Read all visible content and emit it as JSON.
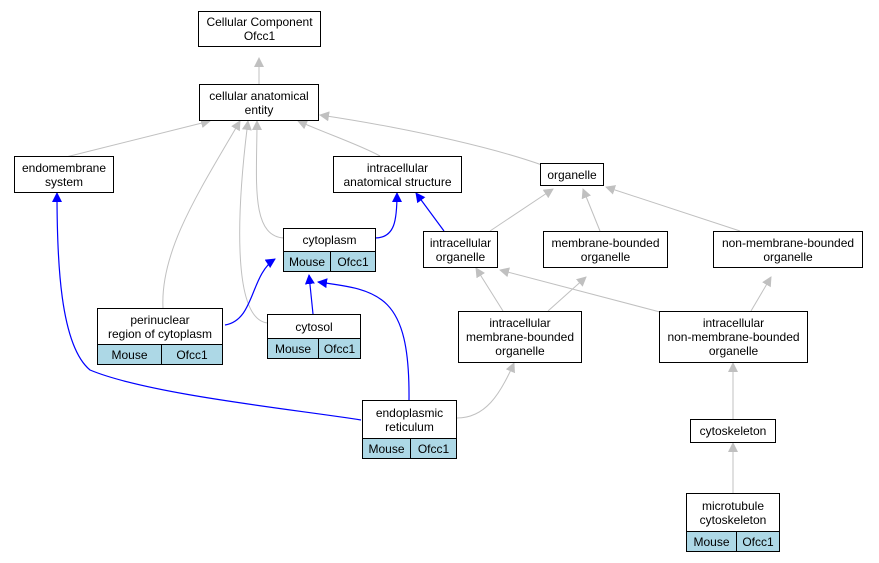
{
  "nodes": {
    "root": {
      "label": "Cellular Component\nOfcc1"
    },
    "cae": {
      "label": "cellular anatomical\nentity"
    },
    "endo": {
      "label": "endomembrane\nsystem"
    },
    "ias": {
      "label": "intracellular\nanatomical structure"
    },
    "organelle": {
      "label": "organelle"
    },
    "cytoplasm": {
      "label": "cytoplasm",
      "species": "Mouse",
      "gene": "Ofcc1"
    },
    "io": {
      "label": "intracellular\norganelle"
    },
    "mbo": {
      "label": "membrane-bounded\norganelle"
    },
    "nmbo": {
      "label": "non-membrane-bounded\norganelle"
    },
    "peri": {
      "label": "perinuclear\nregion of cytoplasm",
      "species": "Mouse",
      "gene": "Ofcc1"
    },
    "cytosol": {
      "label": "cytosol",
      "species": "Mouse",
      "gene": "Ofcc1"
    },
    "imbo": {
      "label": "intracellular\nmembrane-bounded\norganelle"
    },
    "inmbo": {
      "label": "intracellular\nnon-membrane-bounded\norganelle"
    },
    "er": {
      "label": "endoplasmic\nreticulum",
      "species": "Mouse",
      "gene": "Ofcc1"
    },
    "cytoskeleton": {
      "label": "cytoskeleton"
    },
    "mtc": {
      "label": "microtubule\ncytoskeleton",
      "species": "Mouse",
      "gene": "Ofcc1"
    }
  },
  "colors": {
    "is_a_edge": "#c0c0c0",
    "part_of_edge": "#0000ff",
    "annotation_fill": "#add8e6"
  }
}
